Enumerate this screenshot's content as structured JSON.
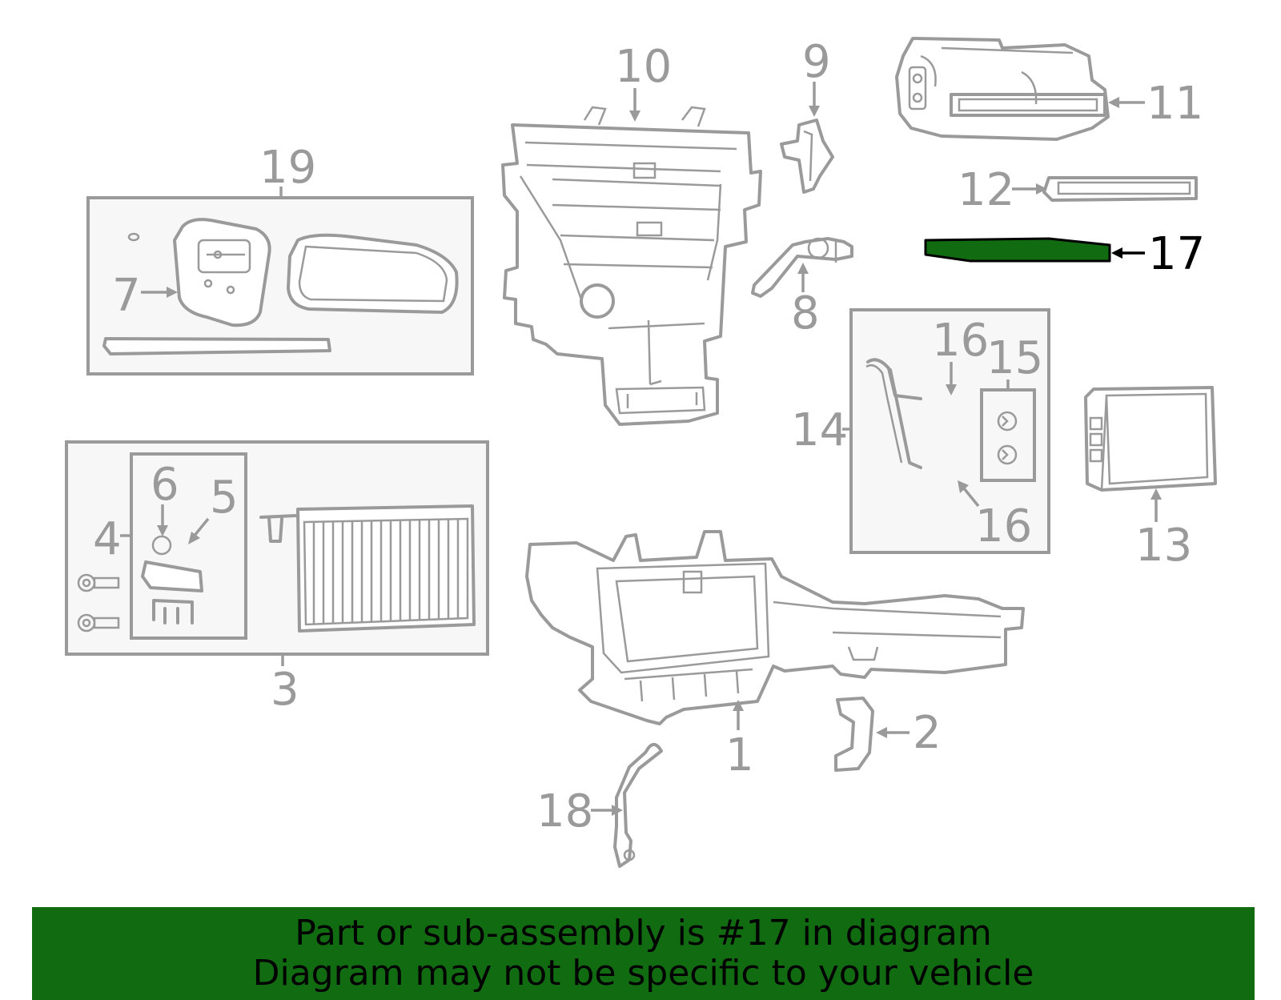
{
  "callouts": {
    "c1": "1",
    "c2": "2",
    "c3": "3",
    "c4": "4",
    "c5": "5",
    "c6": "6",
    "c7": "7",
    "c8": "8",
    "c9": "9",
    "c10": "10",
    "c11": "11",
    "c12": "12",
    "c13": "13",
    "c14": "14",
    "c15": "15",
    "c16a": "16",
    "c16b": "16",
    "c17": "17",
    "c18": "18",
    "c19": "19"
  },
  "highlight": {
    "part_number": "17",
    "color": "#116b11"
  },
  "banner": {
    "line1": "Part or sub-assembly is #17 in diagram",
    "line2": "Diagram may not be specific to your vehicle",
    "background": "#116b11"
  }
}
